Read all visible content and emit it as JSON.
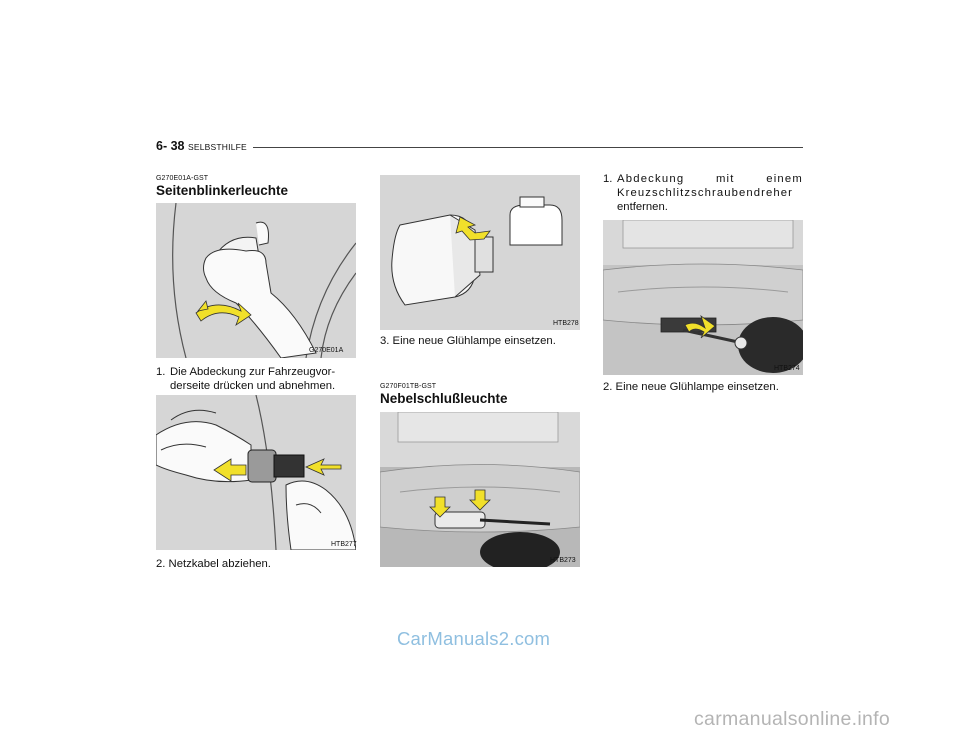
{
  "header": {
    "page_number": "6- 38",
    "section": "SELBSTHILFE"
  },
  "col1": {
    "code": "G270E01A-GST",
    "title": "Seitenblinkerleuchte",
    "fig1_label": "G270E01A",
    "step1_num": "1.",
    "step1_line1": "Die Abdeckung zur Fahrzeugvor-",
    "step1_line2": "derseite drücken und abnehmen.",
    "fig2_label": "HTB277",
    "step2": "2. Netzkabel abziehen."
  },
  "col2": {
    "fig1_label": "HTB278",
    "step3": "3. Eine neue Glühlampe einsetzen.",
    "code": "G270F01TB-GST",
    "title": "Nebelschlußleuchte",
    "fig2_label": "HTB273"
  },
  "col3": {
    "step1_num": "1.",
    "step1_line1": "Abdeckung mit einem",
    "step1_line2": "Kreuzschlitzschraubendreher",
    "step1_line3": "entfernen.",
    "fig_label": "HTB274",
    "step2": "2. Eine neue Glühlampe einsetzen."
  },
  "watermarks": {
    "carmanuals": "CarManuals2.com",
    "online": "carmanualsonline.info"
  },
  "colors": {
    "arrow": "#f1e02a",
    "figure_bg": "#d8d8d8",
    "bumper": "#c9c9c9"
  }
}
